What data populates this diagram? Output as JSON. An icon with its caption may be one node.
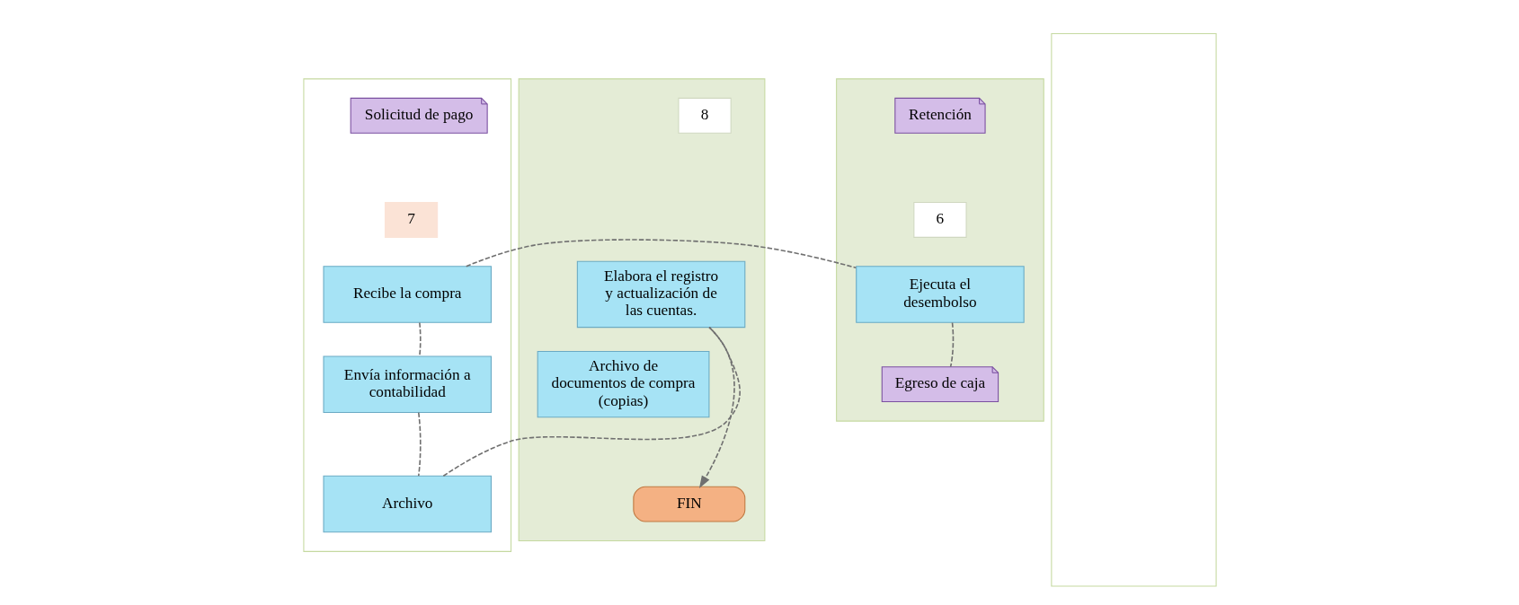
{
  "diagram": {
    "nodes": [
      {
        "text": [],
        "shape": "band"
      },
      {
        "text": [
          "Solicitud de pago"
        ],
        "in": 0
      },
      {
        "text": [
          "7"
        ],
        "in": 0
      },
      {
        "text": [
          "Recibe la compra"
        ],
        "in": 0
      },
      {
        "text": [
          "Envía información a contabilidad"
        ],
        "in": 0
      },
      {
        "text": [
          "Archivo"
        ],
        "in": 0
      },
      {
        "text": [],
        "shape": "band"
      },
      {
        "text": [
          "Retención"
        ],
        "in": 6
      },
      {
        "text": [
          "6"
        ],
        "in": 6
      },
      {
        "text": [
          "Ejecuta el desembolso"
        ],
        "in": 6
      },
      {
        "text": [
          "Egreso de caja"
        ],
        "in": 6
      },
      {
        "text": [],
        "shape": "band"
      },
      {
        "text": [],
        "shape": "band"
      },
      {
        "text": [
          "8"
        ],
        "in": 12
      },
      {
        "text": [
          "Elabora el registro y actualización de las cuentas."
        ],
        "in": 12
      },
      {
        "text": [
          "Archivo de documentos de compra (copias)"
        ],
        "in": 12
      },
      {
        "text": [
          "FIN"
        ],
        "in": 12
      }
    ],
    "edges": [
      {
        "from": 3,
        "to": 9,
        "arrow": "none",
        "style": "dashed"
      },
      {
        "from": 3,
        "to": 4,
        "arrow": "none",
        "style": "dashed"
      },
      {
        "from": 4,
        "to": 5,
        "arrow": "none",
        "style": "dashed"
      },
      {
        "from": 9,
        "to": 10,
        "arrow": "none",
        "style": "dashed"
      },
      {
        "from": 5,
        "to": 14,
        "arrow": "none",
        "style": "dashed"
      },
      {
        "from": 14,
        "to": 16,
        "arrow": "to",
        "style": "dashed"
      }
    ]
  }
}
